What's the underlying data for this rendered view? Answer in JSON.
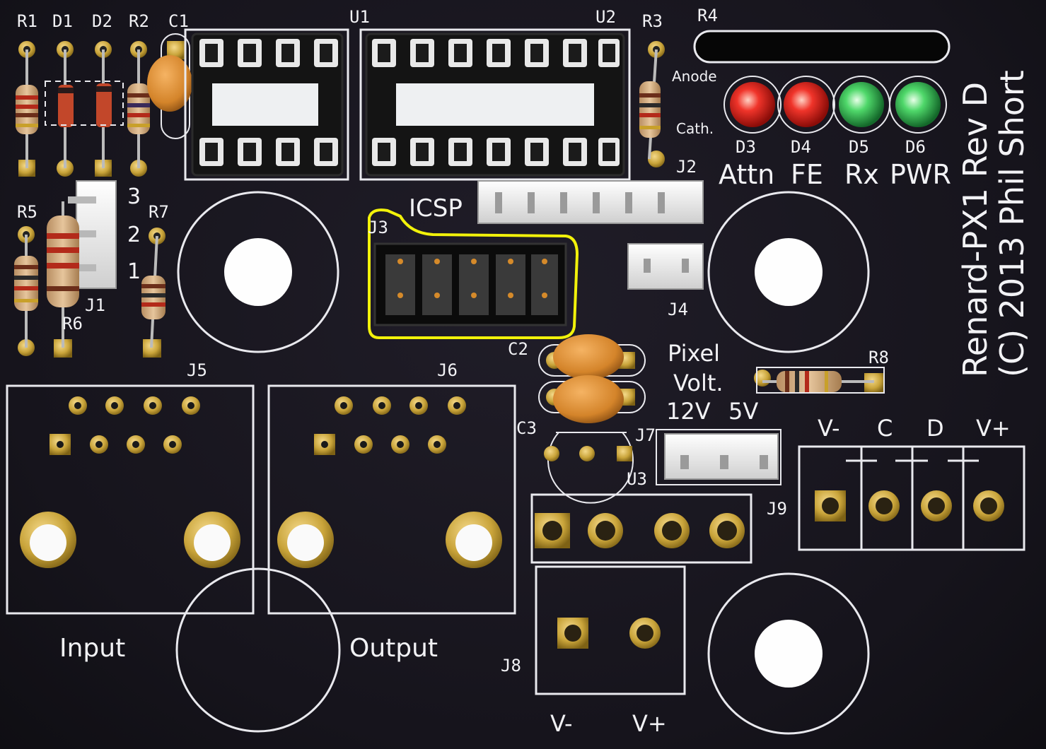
{
  "board": {
    "title": "Renard-PX1 Rev D",
    "copyright": "(C) 2013 Phil Short"
  },
  "refs": {
    "R1": "R1",
    "D1": "D1",
    "D2": "D2",
    "R2": "R2",
    "C1": "C1",
    "U1": "U1",
    "U2": "U2",
    "R3": "R3",
    "R4": "R4",
    "R5": "R5",
    "R6": "R6",
    "R7": "R7",
    "J1": "J1",
    "J2": "J2",
    "J3": "J3",
    "J4": "J4",
    "J5": "J5",
    "J6": "J6",
    "J7": "J7",
    "J8": "J8",
    "J9": "J9",
    "C2": "C2",
    "C3": "C3",
    "U3": "U3",
    "R8": "R8",
    "D3": "D3",
    "D4": "D4",
    "D5": "D5",
    "D6": "D6"
  },
  "labels": {
    "anode": "Anode",
    "cathode": "Cath.",
    "led_attn": "Attn",
    "led_fe": "FE",
    "led_rx": "Rx",
    "led_pwr": "PWR",
    "icsp": "ICSP",
    "pixel": "Pixel",
    "volt": "Volt.",
    "v12": "12V",
    "v5": "5V",
    "j1_pin3": "3",
    "j1_pin2": "2",
    "j1_pin1": "1",
    "input": "Input",
    "output": "Output",
    "j9_vminus": "V-",
    "j9_c": "C",
    "j9_d": "D",
    "j9_vplus": "V+",
    "j8_vminus": "V-",
    "j8_vplus": "V+"
  },
  "colors": {
    "pcb": "#16141c",
    "silkscreen": "#e9e9ee",
    "gold": "#c9a43a",
    "highlight": "#f2f20a",
    "led_red": "#e3261c",
    "led_green": "#3fcf5a",
    "capacitor": "#d98a2e"
  }
}
